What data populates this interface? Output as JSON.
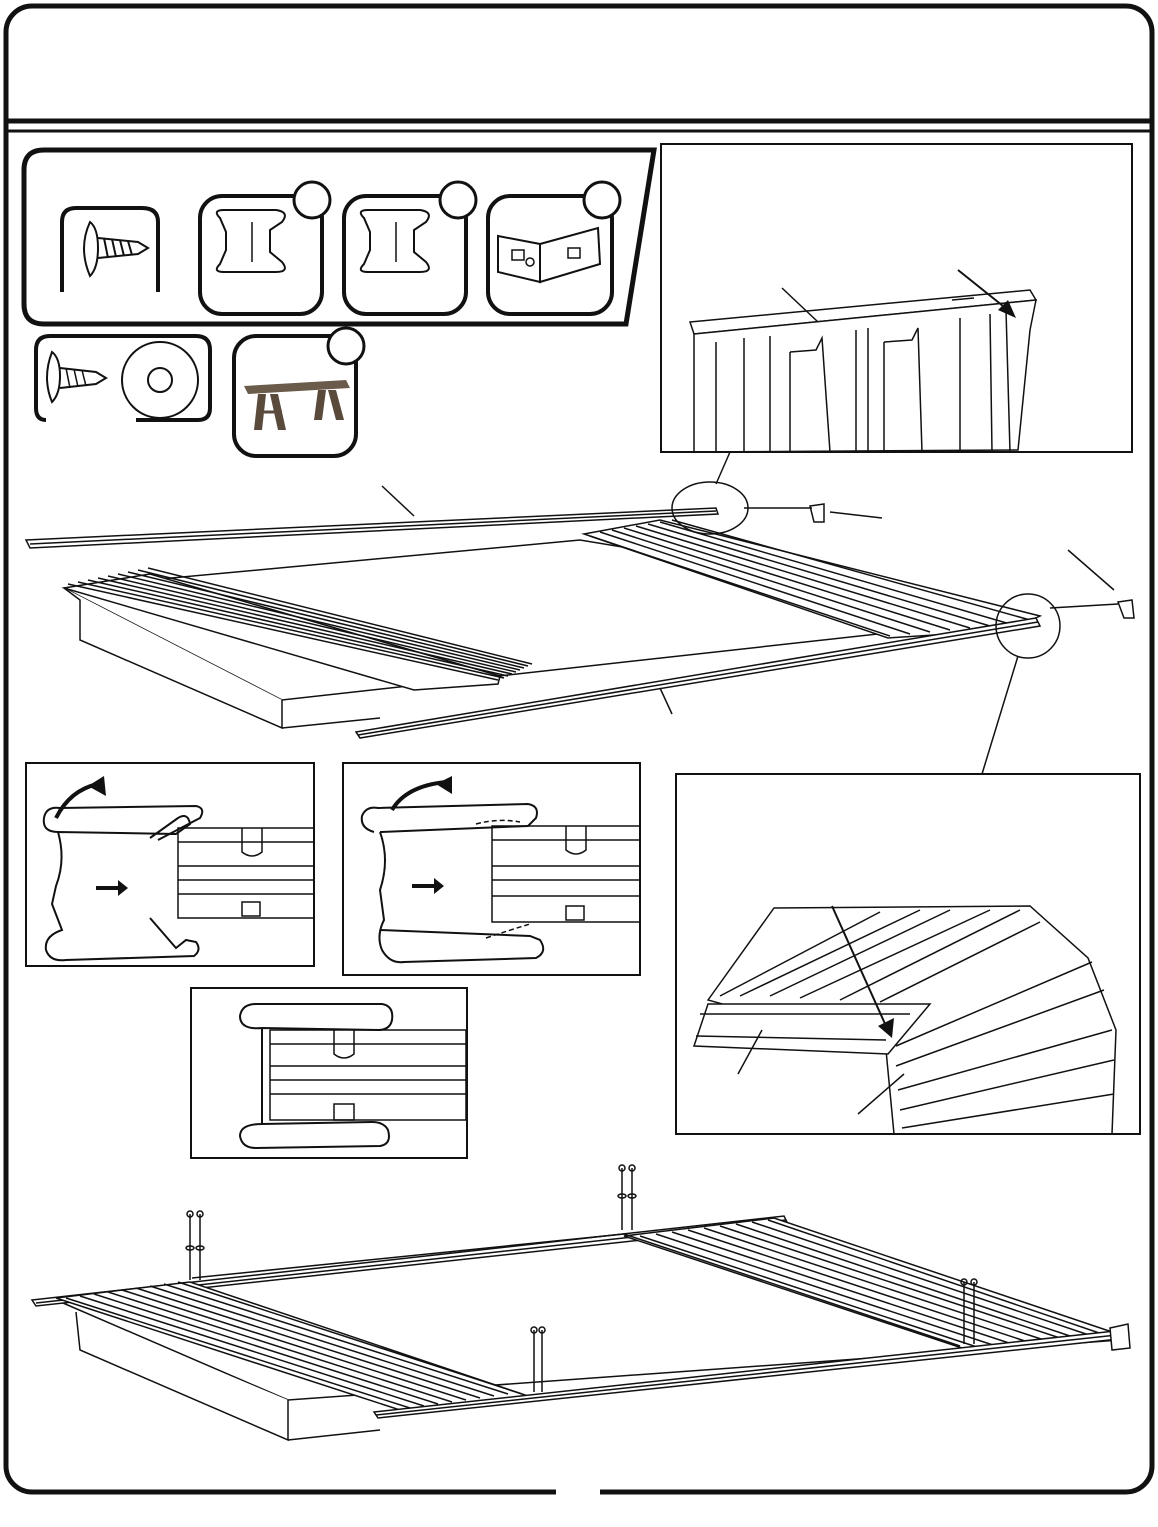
{
  "page": {
    "kind": "assembly-instruction-sheet",
    "header": {
      "title": ""
    },
    "hardware_panel": {
      "items": [
        {
          "icon": "screw-icon",
          "badge": ""
        },
        {
          "icon": "clip-bracket-icon",
          "badge": ""
        },
        {
          "icon": "clip-bracket-icon",
          "badge": ""
        },
        {
          "icon": "corner-bracket-icon",
          "badge": ""
        }
      ]
    },
    "secondary_panel": {
      "items": [
        {
          "icon": "screw-and-washer-icon"
        },
        {
          "icon": "sawhorse-table-icon",
          "badge": ""
        }
      ]
    },
    "figures": [
      {
        "name": "detail-view-top-right",
        "caption": ""
      },
      {
        "name": "main-assembly-view",
        "caption": ""
      },
      {
        "name": "clip-rotate-step-1",
        "caption": ""
      },
      {
        "name": "clip-rotate-step-2",
        "caption": ""
      },
      {
        "name": "clip-installed",
        "caption": ""
      },
      {
        "name": "detail-view-corner",
        "caption": ""
      },
      {
        "name": "final-assembly-view",
        "caption": ""
      }
    ],
    "footer": {
      "page_number": ""
    },
    "colors": {
      "line": "#1a1a1a",
      "background": "#ffffff",
      "table_wood": "#6b5b4a"
    }
  }
}
